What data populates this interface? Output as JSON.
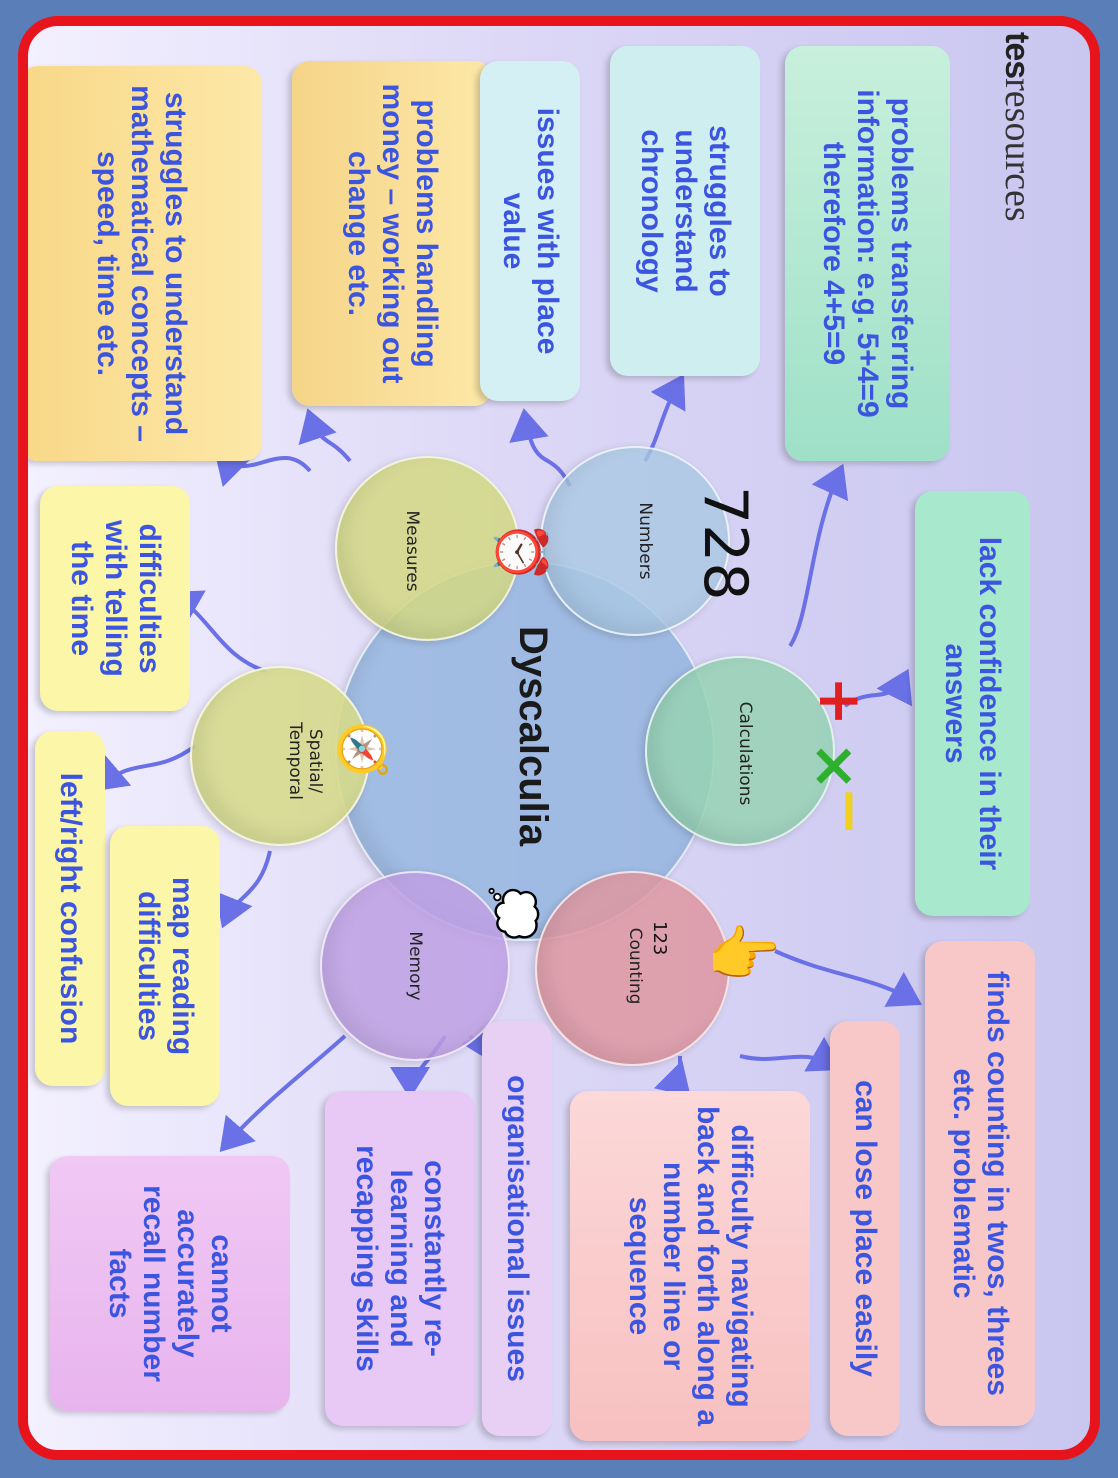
{
  "title": "Dyscalculia",
  "logo": {
    "mark": "tes",
    "text": "resources"
  },
  "nodes": {
    "numbers": "Numbers",
    "numbers_glyph": "728",
    "measures": "Measures",
    "spatial": "Spatial/\nTemporal",
    "memory": "Memory",
    "counting": "Counting",
    "counting_glyph": "123",
    "calculations": "Calculations"
  },
  "boxes": {
    "concepts": "struggles to understand mathematical concepts – speed, time etc.",
    "money": "problems handling money – working out change etc.",
    "place_value": "issues with place value",
    "chronology": "struggles to understand chronology",
    "transferring": "problems transferring information: e.g. 5+4=9 therefore 4+5=9",
    "confidence": "lack confidence in their answers",
    "telling_time": "difficulties with telling the time",
    "left_right": "left/right confusion",
    "map_reading": "map reading difficulties",
    "recall": "cannot accurately recall number facts",
    "relearning": "constantly re-learning and recapping skills",
    "organisational": "organisational issues",
    "number_line": "difficulty navigating back and forth along a number line or sequence",
    "lose_place": "can lose place easily",
    "counting_twos": "finds counting in twos, threes etc. problematic"
  },
  "colors": {
    "background": "#5a7fb8",
    "frame": "#e8141c",
    "text": "#3c55e0",
    "arrow": "#6a70e6"
  }
}
